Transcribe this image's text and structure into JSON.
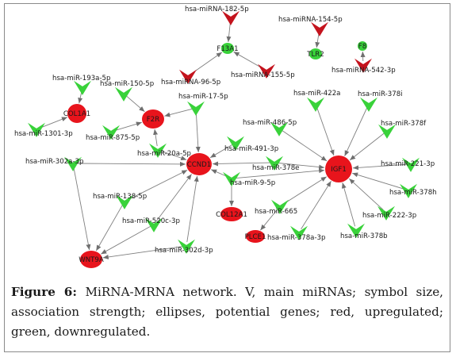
{
  "caption": {
    "label": "Figure 6:",
    "text": "MiRNA-MRNA network. V, main miRNAs; symbol size, association strength; ellipses, potential genes; red, upregulated; green, downregulated."
  },
  "colors": {
    "red": "#e8141c",
    "dark_red": "#c4131d",
    "green": "#39d23a",
    "edge": "#7f7f7f"
  },
  "network": {
    "nodes": [
      {
        "id": "CCND1",
        "label": "CCND1",
        "kind": "gene",
        "color": "red"
      },
      {
        "id": "IGF1",
        "label": "IGF1",
        "kind": "gene",
        "color": "red"
      },
      {
        "id": "F2R",
        "label": "F2R",
        "kind": "gene",
        "color": "red"
      },
      {
        "id": "COL1A1",
        "label": "COL1A1",
        "kind": "gene",
        "color": "red"
      },
      {
        "id": "WNT9A",
        "label": "WNT9A",
        "kind": "gene",
        "color": "red"
      },
      {
        "id": "COL12A1",
        "label": "COL12A1",
        "kind": "gene",
        "color": "red"
      },
      {
        "id": "PLCE1",
        "label": "PLCE1",
        "kind": "gene",
        "color": "red"
      },
      {
        "id": "F13A1",
        "label": "F13A1",
        "kind": "gene",
        "color": "green"
      },
      {
        "id": "TLR2",
        "label": "TLR2",
        "kind": "gene",
        "color": "green"
      },
      {
        "id": "F8",
        "label": "F8",
        "kind": "gene",
        "color": "green"
      },
      {
        "id": "m182",
        "label": "hsa-miRNA-182-5p",
        "kind": "mirna",
        "color": "red"
      },
      {
        "id": "m154",
        "label": "hsa-miRNA-154-5p",
        "kind": "mirna",
        "color": "red"
      },
      {
        "id": "m96",
        "label": "hsa-miRNA-96-5p",
        "kind": "mirna",
        "color": "red"
      },
      {
        "id": "m155",
        "label": "hsa-miRNA-155-5p",
        "kind": "mirna",
        "color": "red"
      },
      {
        "id": "m542",
        "label": "hsa-miRNA-542-3p",
        "kind": "mirna",
        "color": "red"
      },
      {
        "id": "m193a",
        "label": "hsa-miR-193a-5p",
        "kind": "mirna",
        "color": "green"
      },
      {
        "id": "m150",
        "label": "hsa-miR-150-5p",
        "kind": "mirna",
        "color": "green"
      },
      {
        "id": "m17",
        "label": "hsa-miR-17-5p",
        "kind": "mirna",
        "color": "green"
      },
      {
        "id": "m1301",
        "label": "hsa-miR-1301-3p",
        "kind": "mirna",
        "color": "green"
      },
      {
        "id": "m875",
        "label": "hsa-miR-875-5p",
        "kind": "mirna",
        "color": "green"
      },
      {
        "id": "m20a",
        "label": "hsa-miR-20a-5p",
        "kind": "mirna",
        "color": "green"
      },
      {
        "id": "m491",
        "label": "hsa-miR-491-3p",
        "kind": "mirna",
        "color": "green"
      },
      {
        "id": "m302a",
        "label": "hsa-miR-302a-3p",
        "kind": "mirna",
        "color": "green"
      },
      {
        "id": "m378e",
        "label": "hsa-miR-378e",
        "kind": "mirna",
        "color": "green"
      },
      {
        "id": "m9",
        "label": "hsa-miR-9-5p",
        "kind": "mirna",
        "color": "green"
      },
      {
        "id": "m138",
        "label": "hsa-miR-138-5p",
        "kind": "mirna",
        "color": "green"
      },
      {
        "id": "m520c",
        "label": "hsa-miR-520c-3p",
        "kind": "mirna",
        "color": "green"
      },
      {
        "id": "m302d",
        "label": "hsa-miR-302d-3p",
        "kind": "mirna",
        "color": "green"
      },
      {
        "id": "m422a",
        "label": "hsa-miR-422a",
        "kind": "mirna",
        "color": "green"
      },
      {
        "id": "m378i",
        "label": "hsa-miR-378i",
        "kind": "mirna",
        "color": "green"
      },
      {
        "id": "m486",
        "label": "hsa-miR-486-5p",
        "kind": "mirna",
        "color": "green"
      },
      {
        "id": "m378f",
        "label": "hsa-miR-378f",
        "kind": "mirna",
        "color": "green"
      },
      {
        "id": "m221",
        "label": "hsa-miR-221-3p",
        "kind": "mirna",
        "color": "green"
      },
      {
        "id": "m378h",
        "label": "hsa-miR-378h",
        "kind": "mirna",
        "color": "green"
      },
      {
        "id": "m222",
        "label": "hsa-miR-222-3p",
        "kind": "mirna",
        "color": "green"
      },
      {
        "id": "m378b",
        "label": "hsa-miR-378b",
        "kind": "mirna",
        "color": "green"
      },
      {
        "id": "m378a",
        "label": "hsa-miR-378a-3p",
        "kind": "mirna",
        "color": "green"
      },
      {
        "id": "m665",
        "label": "hsa-miR-665",
        "kind": "mirna",
        "color": "green"
      }
    ],
    "edges": [
      [
        "m182",
        "F13A1"
      ],
      [
        "m96",
        "F13A1"
      ],
      [
        "m155",
        "F13A1"
      ],
      [
        "m154",
        "TLR2"
      ],
      [
        "m542",
        "F8"
      ],
      [
        "m193a",
        "COL1A1"
      ],
      [
        "m1301",
        "COL1A1"
      ],
      [
        "m150",
        "F2R"
      ],
      [
        "m875",
        "F2R"
      ],
      [
        "m17",
        "F2R"
      ],
      [
        "m20a",
        "F2R"
      ],
      [
        "m17",
        "CCND1"
      ],
      [
        "m20a",
        "CCND1"
      ],
      [
        "m491",
        "CCND1"
      ],
      [
        "m302a",
        "CCND1"
      ],
      [
        "m378e",
        "CCND1"
      ],
      [
        "m9",
        "CCND1"
      ],
      [
        "m138",
        "CCND1"
      ],
      [
        "m520c",
        "CCND1"
      ],
      [
        "m302d",
        "CCND1"
      ],
      [
        "m302a",
        "WNT9A"
      ],
      [
        "m138",
        "WNT9A"
      ],
      [
        "m520c",
        "WNT9A"
      ],
      [
        "m302d",
        "WNT9A"
      ],
      [
        "m9",
        "COL12A1"
      ],
      [
        "m665",
        "PLCE1"
      ],
      [
        "m422a",
        "IGF1"
      ],
      [
        "m378i",
        "IGF1"
      ],
      [
        "m486",
        "IGF1"
      ],
      [
        "m378f",
        "IGF1"
      ],
      [
        "m221",
        "IGF1"
      ],
      [
        "m378h",
        "IGF1"
      ],
      [
        "m222",
        "IGF1"
      ],
      [
        "m378b",
        "IGF1"
      ],
      [
        "m378a",
        "IGF1"
      ],
      [
        "m665",
        "IGF1"
      ],
      [
        "m9",
        "IGF1"
      ],
      [
        "m378e",
        "IGF1"
      ]
    ]
  }
}
